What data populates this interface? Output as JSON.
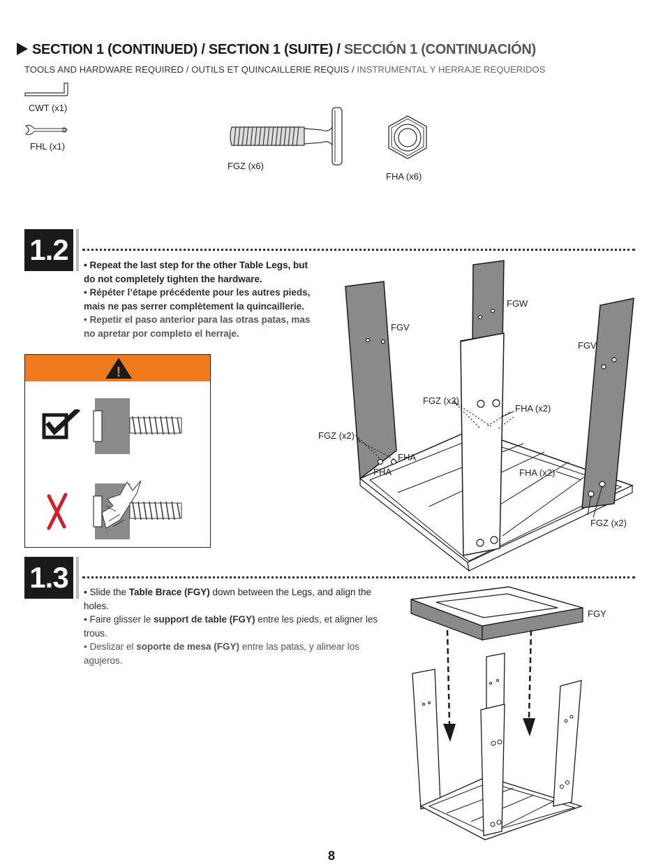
{
  "header": {
    "title_en": "SECTION 1 (CONTINUED)",
    "title_fr": "SECTION 1 (SUITE)",
    "title_es": "SECCIÓN 1 (CONTINUACIÓN)",
    "separator": "/",
    "subtitle_en": "TOOLS AND HARDWARE REQUIRED",
    "subtitle_fr": "OUTILS ET QUINCAILLERIE REQUIS",
    "subtitle_es": "INSTRUMENTAL Y HERRAJE REQUERIDOS"
  },
  "hardware": {
    "cwt": "CWT (x1)",
    "fhl": "FHL (x1)",
    "fgz": "FGZ (x6)",
    "fha": "FHA (x6)"
  },
  "step_1_2": {
    "number": "1.2",
    "text_en": "• Repeat the last step for the other Table Legs, but do not completely tighten the hardware.",
    "text_fr": "• Répéter l’étape précédente pour les autres pieds, mais ne pas serrer complètement la quincaillerie.",
    "text_es": "• Repetir el paso anterior para las otras patas, mas no apretar por completo el herraje.",
    "warning_symbol": "!",
    "diagram_labels": {
      "fgw": "FGW",
      "fgv_left": "FGV",
      "fgv_right": "FGV",
      "fgz_top": "FGZ (x2)",
      "fha_top": "FHA (x2)",
      "fgz_left": "FGZ (x2)",
      "fha_a": "FHA",
      "fha_b": "FHA",
      "fha_right": "FHA (x2)",
      "fgz_bottom": "FGZ (x2)"
    }
  },
  "step_1_3": {
    "number": "1.3",
    "en_pre": "• Slide the ",
    "en_bold": "Table Brace (FGY)",
    "en_post": " down between the Legs, and align the holes.",
    "fr_pre": "• Faire glisser le ",
    "fr_bold": "support de table (FGY)",
    "fr_post": " entre les pieds, et aligner les trous.",
    "es_pre": "• Deslizar el ",
    "es_bold": "soporte de mesa (FGY)",
    "es_post": " entre las patas, y alinear los agujeros.",
    "diagram_label_fgy": "FGY"
  },
  "page_number": "8",
  "colors": {
    "accent_orange": "#f07a1e",
    "wrong_red": "#d0202a",
    "board_gray": "#8a8a8d"
  }
}
